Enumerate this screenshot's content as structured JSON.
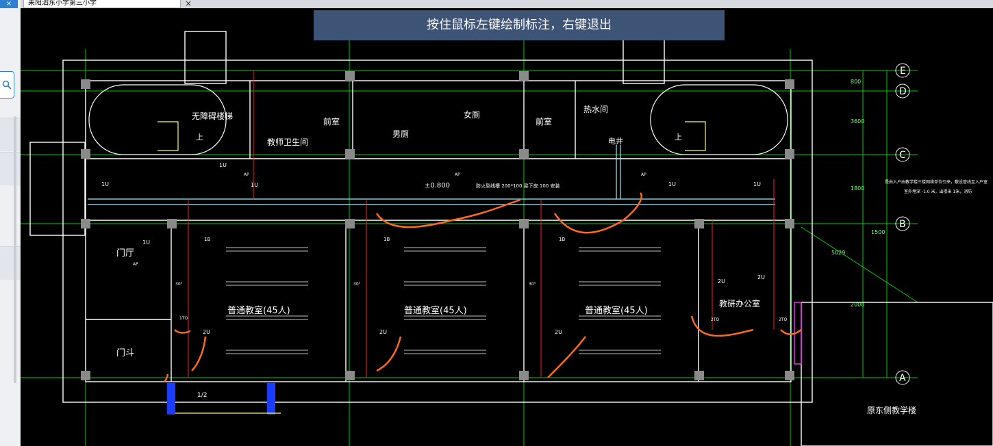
{
  "app": {
    "tab_title": "耒阳泗东小学第三小学",
    "tab_close": "×",
    "instruction": "按住鼠标左键绘制标注，右键退出"
  },
  "icons": {
    "search": "search-icon",
    "close": "close-icon"
  },
  "colors": {
    "background": "#000000",
    "wall": "#ffffff",
    "dimension": "#00ff00",
    "column": "#808080",
    "electric": "#ff2020",
    "annotation": "#ff6a1a",
    "banner": "#3d5476",
    "blue_hatch": "#1a3cff",
    "magenta": "#ff33ff"
  },
  "plan": {
    "axes": [
      "E",
      "D",
      "C",
      "B",
      "A"
    ],
    "dims_right": [
      "800",
      "3600",
      "1800",
      "1500",
      "2000"
    ],
    "dim_diag": "5029",
    "rooms": {
      "stair_left": "无障碍楼梯",
      "stair_up": "上",
      "teacher_wc": "教师卫生间",
      "anteroom_1": "前室",
      "mens_wc": "男厕",
      "womens_wc": "女厕",
      "anteroom_2": "前室",
      "hot_water": "热水间",
      "elec_shaft": "电井",
      "hall": "门厅",
      "vestibule": "门斗",
      "classroom_1": "普通教室(45人)",
      "classroom_2": "普通教室(45人)",
      "classroom_3": "普通教室(45人)",
      "office": "教研办公室",
      "old_building": "原东侧教学楼"
    },
    "notes": {
      "elevation": "±0.800",
      "cable_tray": "防火型线槽  200*100  梁下皮 100  安装",
      "right_note_1": "是由入户由教学楼三楼网络单位引来，敷设管线至入户室",
      "right_note_2": "室外埋深 -1.0  米，出楼米  1米，消防",
      "ramp_width": "1/2"
    },
    "tags": {
      "one_u": "1U",
      "two_u": "2U",
      "ap": "AP",
      "one_b": "1B",
      "one_to": "1TO",
      "two_to": "2TO",
      "angle": "30°"
    }
  }
}
